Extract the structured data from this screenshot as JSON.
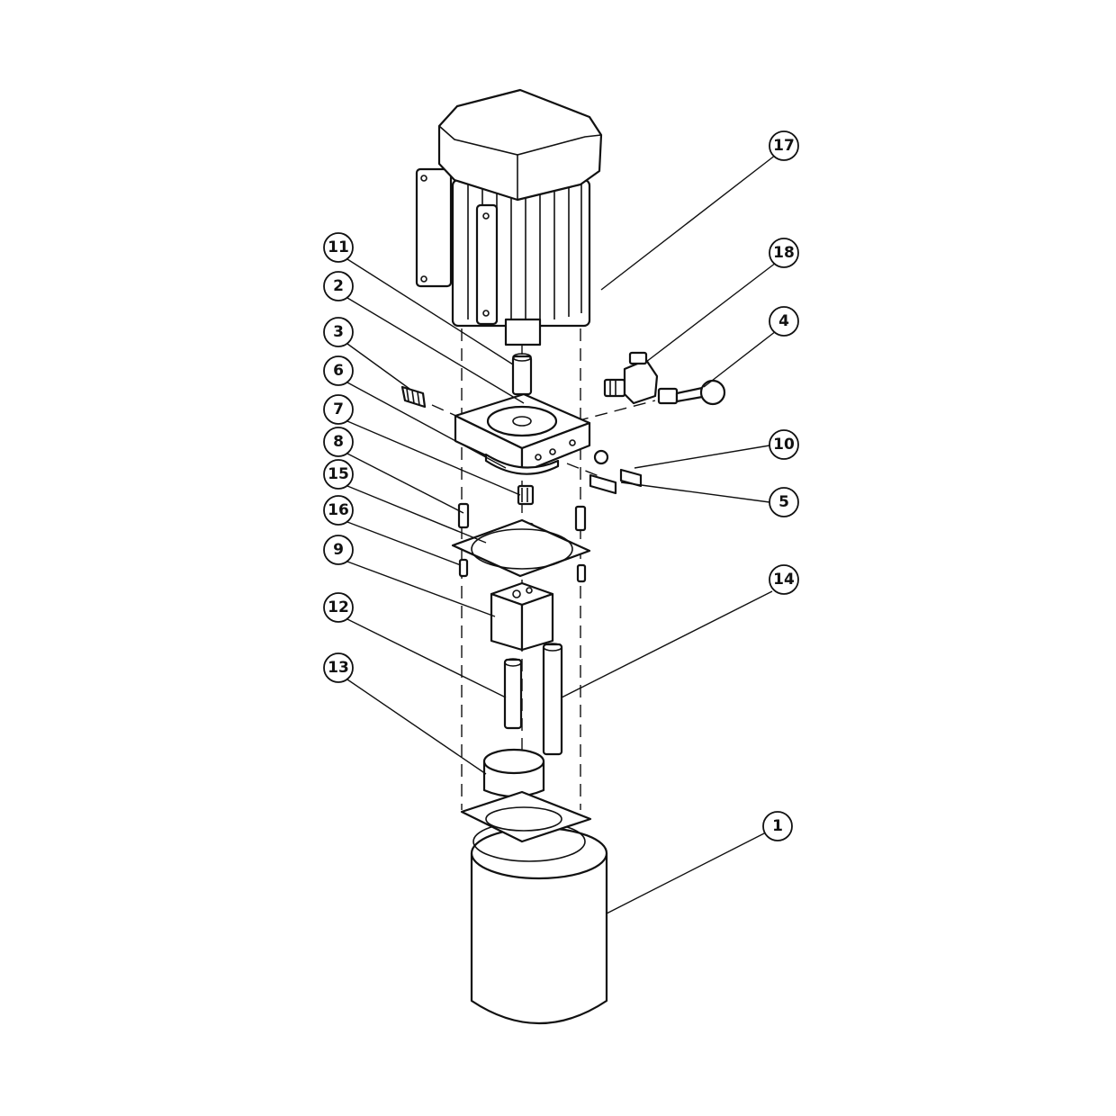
{
  "callouts": [
    {
      "id": "17",
      "label": "17"
    },
    {
      "id": "11",
      "label": "11"
    },
    {
      "id": "18",
      "label": "18"
    },
    {
      "id": "2",
      "label": "2"
    },
    {
      "id": "4",
      "label": "4"
    },
    {
      "id": "3",
      "label": "3"
    },
    {
      "id": "6",
      "label": "6"
    },
    {
      "id": "10",
      "label": "10"
    },
    {
      "id": "7",
      "label": "7"
    },
    {
      "id": "5",
      "label": "5"
    },
    {
      "id": "8",
      "label": "8"
    },
    {
      "id": "15",
      "label": "15"
    },
    {
      "id": "16",
      "label": "16"
    },
    {
      "id": "9",
      "label": "9"
    },
    {
      "id": "14",
      "label": "14"
    },
    {
      "id": "12",
      "label": "12"
    },
    {
      "id": "13",
      "label": "13"
    },
    {
      "id": "1",
      "label": "1"
    }
  ]
}
